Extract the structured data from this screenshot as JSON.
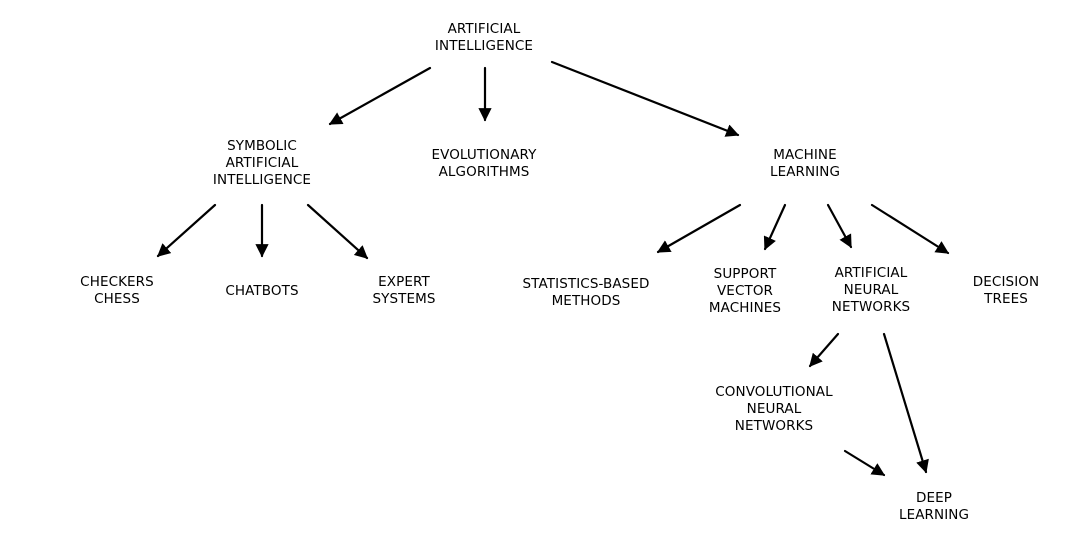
{
  "diagram": {
    "nodes": {
      "ai": [
        "ARTIFICIAL",
        "INTELLIGENCE"
      ],
      "symbolic": [
        "SYMBOLIC",
        "ARTIFICIAL",
        "INTELLIGENCE"
      ],
      "evolutionary": [
        "EVOLUTIONARY",
        "ALGORITHMS"
      ],
      "ml": [
        "MACHINE",
        "LEARNING"
      ],
      "checkers": [
        "CHECKERS",
        "CHESS"
      ],
      "chatbots": [
        "CHATBOTS"
      ],
      "expert": [
        "EXPERT",
        "SYSTEMS"
      ],
      "stats": [
        "STATISTICS-BASED",
        "METHODS"
      ],
      "svm": [
        "SUPPORT",
        "VECTOR",
        "MACHINES"
      ],
      "ann": [
        "ARTIFICIAL",
        "NEURAL",
        "NETWORKS"
      ],
      "trees": [
        "DECISION",
        "TREES"
      ],
      "cnn": [
        "CONVOLUTIONAL",
        "NEURAL",
        "NETWORKS"
      ],
      "deep": [
        "DEEP",
        "LEARNING"
      ]
    },
    "edges": [
      [
        "ai",
        "symbolic"
      ],
      [
        "ai",
        "evolutionary"
      ],
      [
        "ai",
        "ml"
      ],
      [
        "symbolic",
        "checkers"
      ],
      [
        "symbolic",
        "chatbots"
      ],
      [
        "symbolic",
        "expert"
      ],
      [
        "ml",
        "stats"
      ],
      [
        "ml",
        "svm"
      ],
      [
        "ml",
        "ann"
      ],
      [
        "ml",
        "trees"
      ],
      [
        "ann",
        "cnn"
      ],
      [
        "ann",
        "deep"
      ],
      [
        "cnn",
        "deep"
      ]
    ]
  }
}
